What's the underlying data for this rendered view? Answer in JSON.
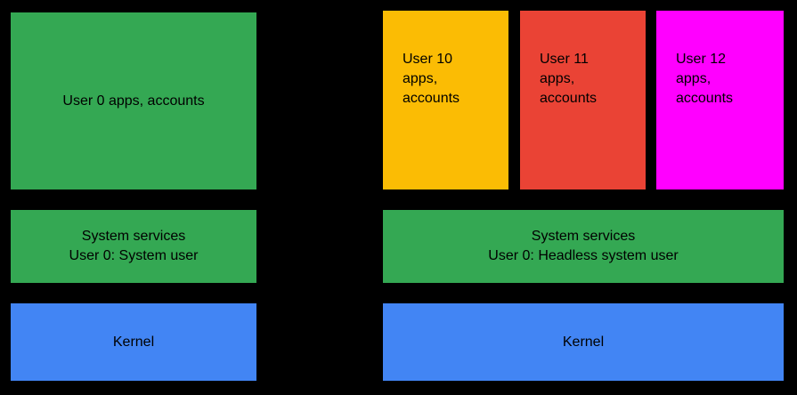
{
  "diagram": {
    "background_color": "#000000",
    "text_color": "#000000",
    "palette": {
      "green": "#34A853",
      "yellow": "#FBBC04",
      "red": "#EA4335",
      "magenta": "#FF00FF",
      "blue": "#4285F4"
    }
  },
  "left_column": {
    "user_apps": {
      "label": "User 0 apps, accounts",
      "color": "#34A853"
    },
    "system_services": {
      "label": "System services\nUser 0: System user",
      "color": "#34A853"
    },
    "kernel": {
      "label": "Kernel",
      "color": "#4285F4"
    }
  },
  "right_column": {
    "users": [
      {
        "label": "User 10\napps,\naccounts",
        "color": "#FBBC04"
      },
      {
        "label": "User 11\napps,\naccounts",
        "color": "#EA4335"
      },
      {
        "label": "User 12\napps,\naccounts",
        "color": "#FF00FF"
      }
    ],
    "system_services": {
      "label": "System services\nUser 0: Headless system user",
      "color": "#34A853"
    },
    "kernel": {
      "label": "Kernel",
      "color": "#4285F4"
    }
  }
}
